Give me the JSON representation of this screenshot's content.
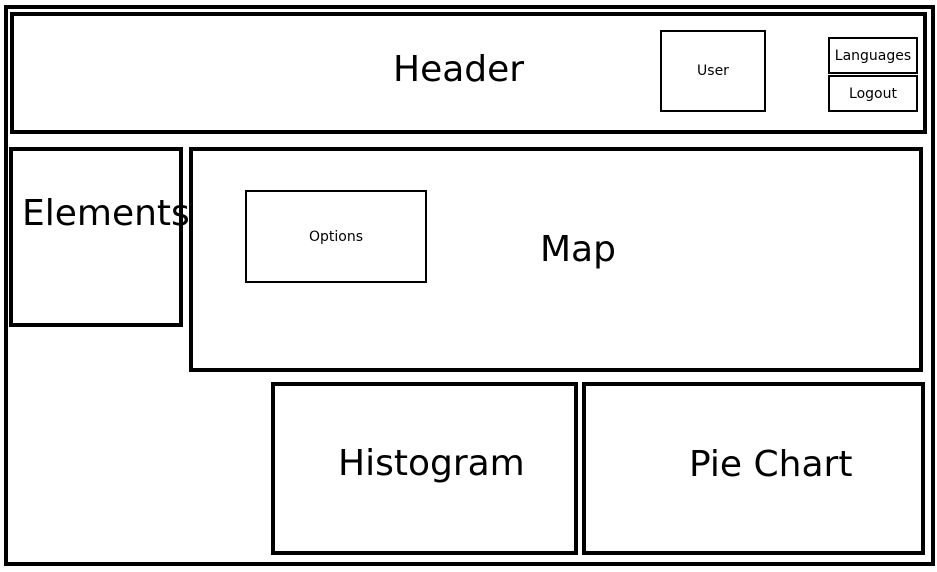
{
  "header": {
    "title": "Header",
    "user_label": "User",
    "languages_label": "Languages",
    "logout_label": "Logout"
  },
  "sidebar": {
    "title": "Elements"
  },
  "map": {
    "title": "Map",
    "options_label": "Options"
  },
  "panels": {
    "histogram_label": "Histogram",
    "pie_chart_label": "Pie Chart"
  },
  "colors": {
    "stroke": "#000000",
    "background": "#ffffff"
  }
}
